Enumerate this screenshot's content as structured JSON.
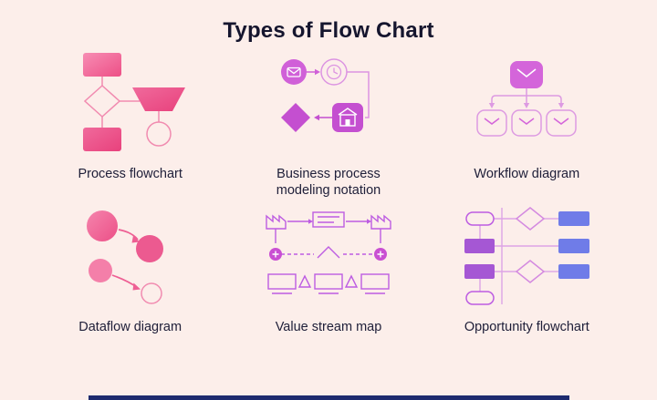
{
  "title": "Types of Flow Chart",
  "colors": {
    "background": "#fceeea",
    "title_text": "#15152e",
    "label_text": "#20203a",
    "pink": "#ee5f94",
    "pink_light": "#f18bb0",
    "magenta": "#c44fd0",
    "magenta_light": "#dc94e2",
    "purple": "#a557d4",
    "violet_stroke": "#bd5ce2",
    "blue": "#6f7ce8",
    "footer_bar": "#1d2a6e"
  },
  "items": [
    {
      "label": "Process flowchart",
      "icon": "process-flowchart-icon"
    },
    {
      "label": "Business process modeling notation",
      "icon": "bpmn-icon"
    },
    {
      "label": "Workflow diagram",
      "icon": "workflow-diagram-icon"
    },
    {
      "label": "Dataflow diagram",
      "icon": "dataflow-diagram-icon"
    },
    {
      "label": "Value stream map",
      "icon": "value-stream-map-icon"
    },
    {
      "label": "Opportunity flowchart",
      "icon": "opportunity-flowchart-icon"
    }
  ]
}
